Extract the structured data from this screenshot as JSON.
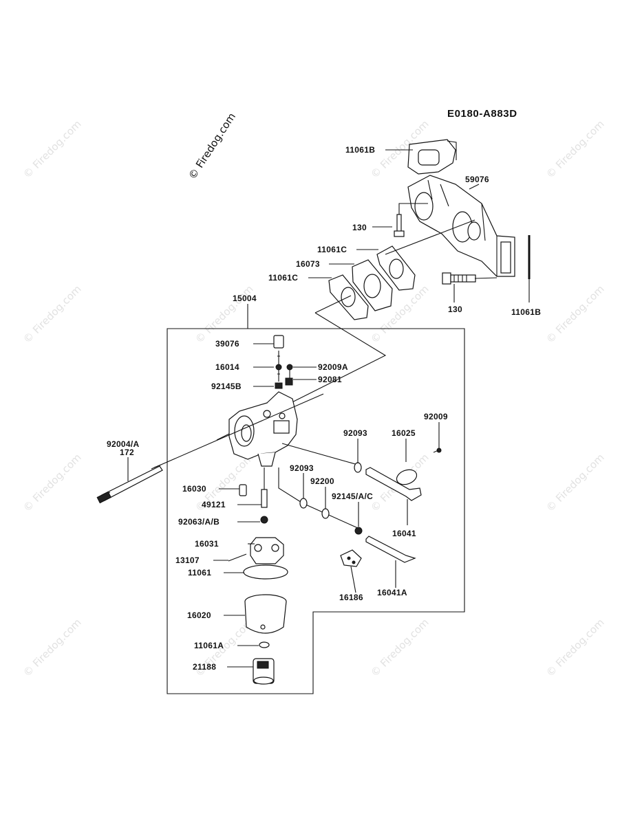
{
  "diagram_code": "E0180-A883D",
  "watermark": "© Firedog.com",
  "parts": {
    "p11061B_top": "11061B",
    "p59076": "59076",
    "p130_a": "130",
    "p11061C_a": "11061C",
    "p16073": "16073",
    "p11061C_b": "11061C",
    "p130_b": "130",
    "p11061B_side": "11061B",
    "p15004": "15004",
    "p39076": "39076",
    "p16014": "16014",
    "p92009A": "92009A",
    "p92145B": "92145B",
    "p92081": "92081",
    "p92009": "92009",
    "p92093_a": "92093",
    "p16025": "16025",
    "p92004A": "92004/A",
    "p172": "172",
    "p92093_b": "92093",
    "p92200": "92200",
    "p16030": "16030",
    "p92145AC": "92145/A/C",
    "p49121": "49121",
    "p16041": "16041",
    "p92063AB": "92063/A/B",
    "p16031": "16031",
    "p13107": "13107",
    "p11061": "11061",
    "p16186": "16186",
    "p16041A": "16041A",
    "p16020": "16020",
    "p11061A": "11061A",
    "p21188": "21188"
  }
}
